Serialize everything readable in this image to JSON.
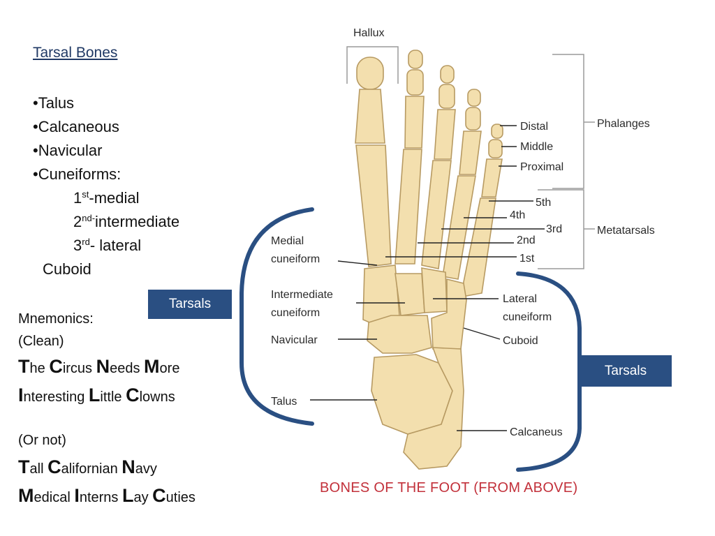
{
  "slide": {
    "heading": "Tarsal Bones",
    "bullets": [
      {
        "mark": "•",
        "text": "Talus"
      },
      {
        "mark": "•",
        "text": "Calcaneous"
      },
      {
        "mark": "•",
        "text": "Navicular"
      },
      {
        "mark": "•",
        "text": "Cuneiforms:"
      }
    ],
    "cuneiforms": [
      {
        "num": "1",
        "sup": "st",
        "text": "-medial"
      },
      {
        "num": "2",
        "sup": "nd-",
        "text": "intermediate"
      },
      {
        "num": "3",
        "sup": "rd",
        "text": "- lateral"
      }
    ],
    "cuboid": "Cuboid",
    "mnemonics_label": "Mnemonics:",
    "clean_label": "(Clean)",
    "mnemonic_clean": [
      [
        {
          "cap": "T",
          "rest": "he "
        },
        {
          "cap": "C",
          "rest": "ircus "
        },
        {
          "cap": "N",
          "rest": "eeds "
        },
        {
          "cap": "M",
          "rest": "ore"
        }
      ],
      [
        {
          "cap": "I",
          "rest": "nteresting "
        },
        {
          "cap": "L",
          "rest": "ittle "
        },
        {
          "cap": "C",
          "rest": "lowns"
        }
      ]
    ],
    "or_not_label": "(Or not)",
    "mnemonic_other": [
      [
        {
          "cap": "T",
          "rest": "all "
        },
        {
          "cap": "C",
          "rest": "alifornian "
        },
        {
          "cap": "N",
          "rest": "avy"
        }
      ],
      [
        {
          "cap": "M",
          "rest": "edical "
        },
        {
          "cap": "I",
          "rest": "nterns "
        },
        {
          "cap": "L",
          "rest": "ay "
        },
        {
          "cap": "C",
          "rest": "uties"
        }
      ]
    ],
    "badge_left": "Tarsals",
    "badge_right": "Tarsals",
    "accent_color": "#2a4f82"
  },
  "diagram": {
    "hallux": "Hallux",
    "distal": "Distal",
    "middle": "Middle",
    "proximal": "Proximal",
    "phalanges": "Phalanges",
    "m5": "5th",
    "m4": "4th",
    "m3": "3rd",
    "m2": "2nd",
    "m1": "1st",
    "metatarsals": "Metatarsals",
    "medial_cuneiform": [
      "Medial",
      "cuneiform"
    ],
    "intermediate_cuneiform": [
      "Intermediate",
      "cuneiform"
    ],
    "lateral_cuneiform": [
      "Lateral",
      "cuneiform"
    ],
    "navicular": "Navicular",
    "cuboid": "Cuboid",
    "talus": "Talus",
    "calcaneus": "Calcaneus",
    "caption": "BONES OF THE FOOT (FROM ABOVE)",
    "bone_color": "#f3dfae",
    "bone_outline": "#b79a62"
  }
}
